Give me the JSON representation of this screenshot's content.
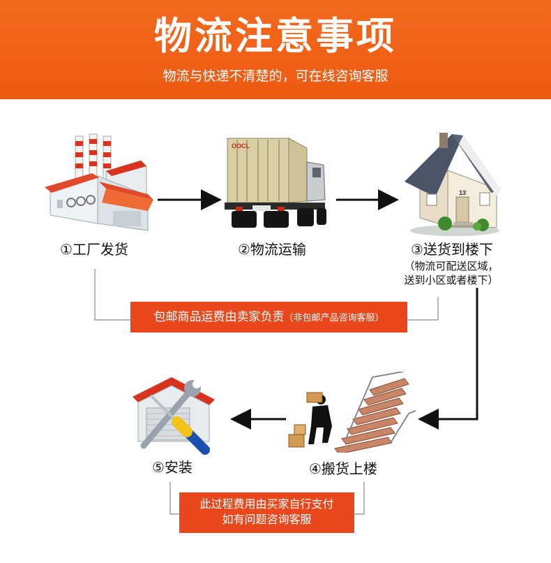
{
  "header": {
    "title": "物流注意事项",
    "subtitle": "物流与快递不清楚的，可在线咨询客服"
  },
  "steps": {
    "factory": "①工厂发货",
    "transport": "②物流运输",
    "delivery": "③送货到楼下",
    "delivery_note_line1": "（物流可配送区域，",
    "delivery_note_line2": "送到小区或者楼下）",
    "carry": "④搬货上楼",
    "install": "⑤安装"
  },
  "truck_logo": "OOCL",
  "house_number": "13",
  "banner_seller": {
    "main": "包邮商品运费由卖家负责",
    "note": "（非包邮产品咨询客服）"
  },
  "banner_buyer": {
    "line1": "此过程费用由买家自行支付",
    "line2": "如有问题咨询客服"
  },
  "colors": {
    "accent": "#ee5a12",
    "banner": "#e8481c"
  }
}
